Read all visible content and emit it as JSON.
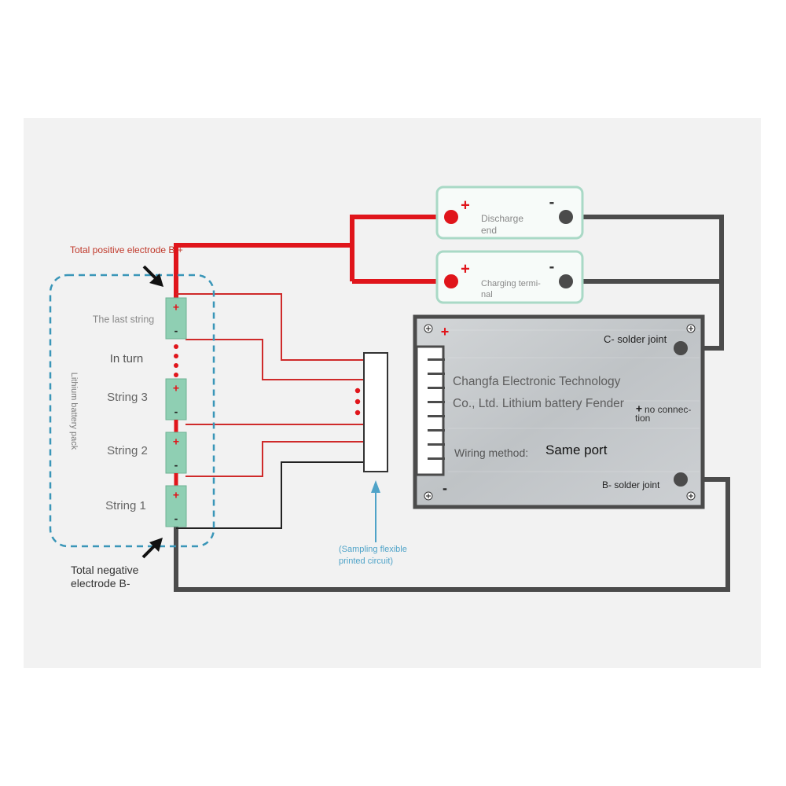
{
  "labels": {
    "total_positive": "Total positive electrode B +",
    "total_negative_line1": "Total negative",
    "total_negative_line2": "electrode B-",
    "pack_label": "Lithium battery pack",
    "last_string": "The last string",
    "in_turn": "In turn",
    "string3": "String 3",
    "string2": "String 2",
    "string1": "String 1",
    "sampling_line1": "(Sampling flexible",
    "sampling_line2": "printed circuit)",
    "discharge_line1": "Discharge",
    "discharge_line2": "end",
    "charging_line1": "Charging termi-",
    "charging_line2": "nal",
    "plus": "+",
    "minus": "-"
  },
  "board": {
    "title_line1": "Changfa Electronic Technology",
    "title_line2": "Co., Ltd. Lithium battery Fender",
    "wiring_label": "Wiring method:",
    "wiring_value": "Same port",
    "c_solder": "C- solder joint",
    "b_solder": "B- solder joint",
    "no_conn_line1": "no connec-",
    "no_conn_line2": "tion",
    "no_conn_mark": "+",
    "plus": "+",
    "minus": "-"
  },
  "colors": {
    "red": "#e0151b",
    "thin_red": "#cf2a2a",
    "dark_wire": "#4b4b4b",
    "cell_fill": "#8fcfb3",
    "cell_border": "#6fb394",
    "dashed_blue": "#3a96b8",
    "terminal_border": "#a9d9c6",
    "board_fill": "#c9cdd0",
    "board_border": "#4b4b4b",
    "arrow_blue": "#4fa3c8",
    "background": "#f2f2f2"
  }
}
